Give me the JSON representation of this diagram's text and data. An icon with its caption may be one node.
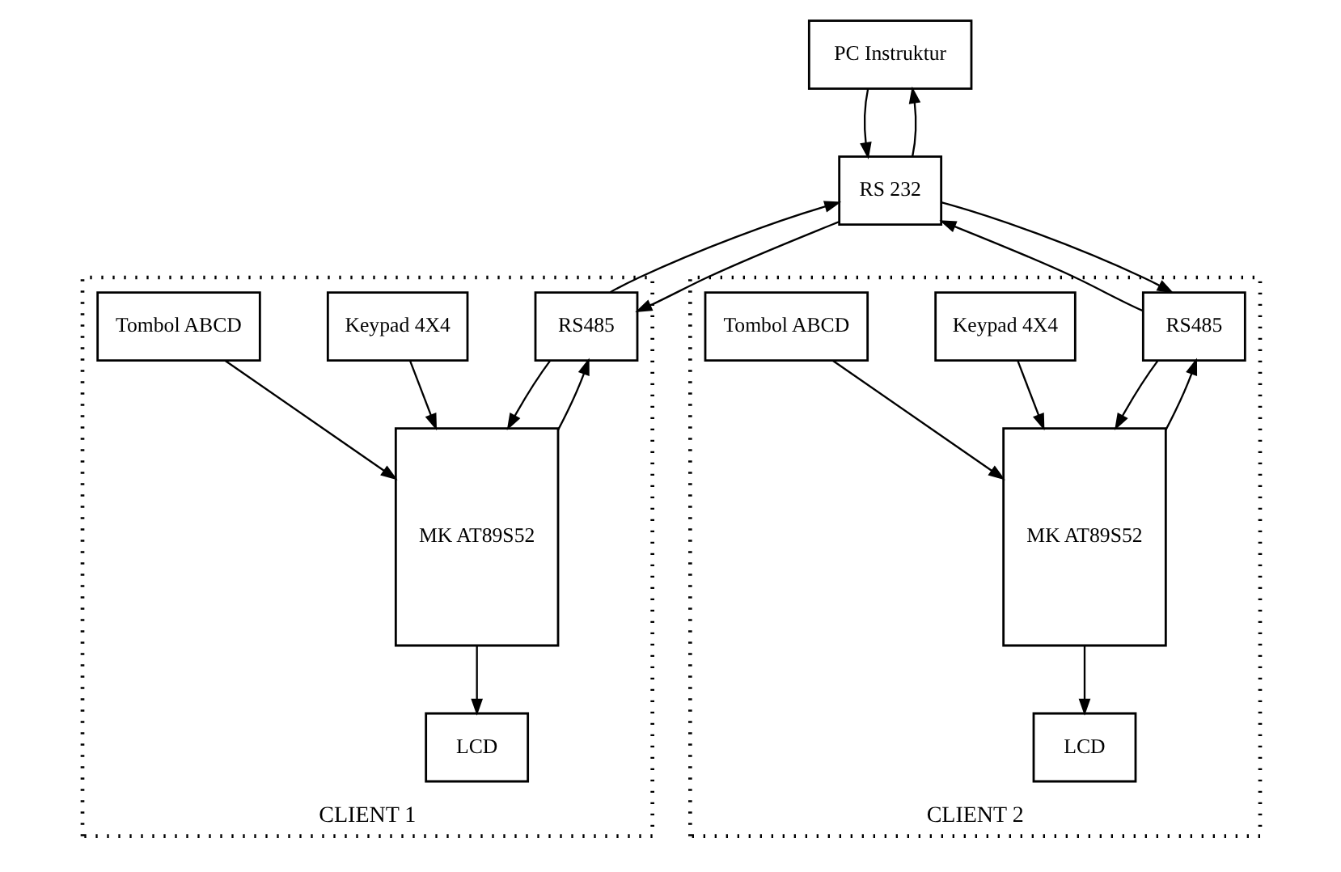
{
  "diagram": {
    "nodes": [
      {
        "text": [
          "PC Instruktur"
        ]
      },
      {
        "text": [
          "RS 232"
        ]
      },
      {
        "text": [
          "CLIENT 1"
        ]
      },
      {
        "text": [
          "RS485"
        ],
        "in": 2
      },
      {
        "text": [
          "MK AT89S52"
        ],
        "in": 2
      },
      {
        "text": [
          "Keypad 4X4"
        ],
        "in": 2
      },
      {
        "text": [
          "Tombol ABCD"
        ],
        "in": 2
      },
      {
        "text": [
          "LCD"
        ],
        "in": 2
      },
      {
        "text": [
          "CLIENT 2"
        ]
      },
      {
        "text": [
          "RS485"
        ],
        "in": 8
      },
      {
        "text": [
          "MK AT89S52"
        ],
        "in": 8
      },
      {
        "text": [
          "Keypad 4X4"
        ],
        "in": 8
      },
      {
        "text": [
          "Tombol ABCD"
        ],
        "in": 8
      },
      {
        "text": [
          "LCD"
        ],
        "in": 8
      }
    ],
    "edges": [
      {
        "from": 1,
        "to": 0,
        "arrow": "to"
      },
      {
        "from": 0,
        "to": 1,
        "arrow": "to"
      },
      {
        "from": 3,
        "to": 1,
        "arrow": "to"
      },
      {
        "from": 1,
        "to": 3,
        "arrow": "to"
      },
      {
        "from": 9,
        "to": 1,
        "arrow": "to"
      },
      {
        "from": 1,
        "to": 9,
        "arrow": "to"
      },
      {
        "from": 4,
        "to": 3,
        "arrow": "to"
      },
      {
        "from": 3,
        "to": 4,
        "arrow": "to"
      },
      {
        "from": 5,
        "to": 4,
        "arrow": "to"
      },
      {
        "from": 6,
        "to": 4,
        "arrow": "to"
      },
      {
        "from": 4,
        "to": 7,
        "arrow": "to"
      },
      {
        "from": 9,
        "to": 10,
        "arrow": "to"
      },
      {
        "from": 10,
        "to": 9,
        "arrow": "to"
      },
      {
        "from": 11,
        "to": 10,
        "arrow": "to"
      },
      {
        "from": 12,
        "to": 10,
        "arrow": "to"
      },
      {
        "from": 10,
        "to": 13,
        "arrow": "to"
      }
    ]
  }
}
